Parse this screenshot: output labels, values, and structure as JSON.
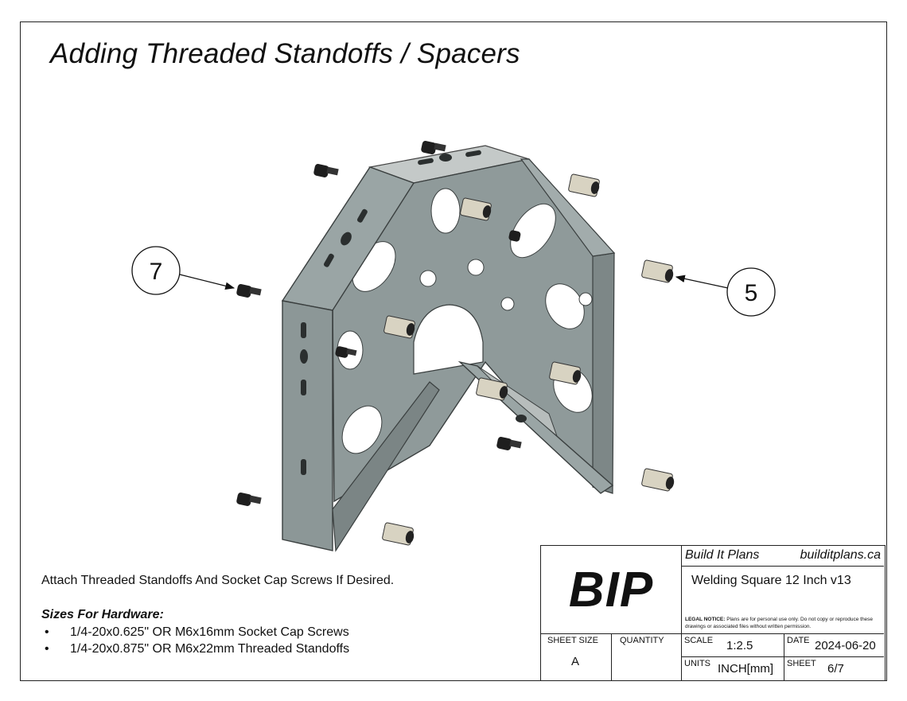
{
  "title": "Adding Threaded Standoffs / Spacers",
  "callouts": {
    "screw_item": "7",
    "standoff_item": "5"
  },
  "note": "Attach Threaded Standoffs And Socket Cap Screws If Desired.",
  "hardware": {
    "heading": "Sizes For Hardware:",
    "items": [
      "1/4-20x0.625\" OR M6x16mm Socket Cap Screws",
      "1/4-20x0.875\" OR M6x22mm Threaded Standoffs"
    ]
  },
  "title_block": {
    "logo": "BIP",
    "company": "Build It Plans",
    "website": "builditplans.ca",
    "drawing_name": "Welding Square 12 Inch v13",
    "legal_label": "LEGAL NOTICE:",
    "legal_text": "Plans are for personal use only. Do not copy or reproduce these drawings or associated files without written permission.",
    "sheet_size_label": "SHEET SIZE",
    "sheet_size": "A",
    "quantity_label": "QUANTITY",
    "quantity": "",
    "scale_label": "SCALE",
    "scale": "1:2.5",
    "date_label": "DATE",
    "date": "2024-06-20",
    "units_label": "UNITS",
    "units": "INCH[mm]",
    "sheet_label": "SHEET",
    "sheet": "6/7"
  },
  "colors": {
    "plate": "#8f9a9a",
    "plate_dark": "#6f7a7a",
    "plate_light": "#c4c9c8",
    "standoff": "#d8d3c2",
    "screw": "#1e1e1e"
  }
}
